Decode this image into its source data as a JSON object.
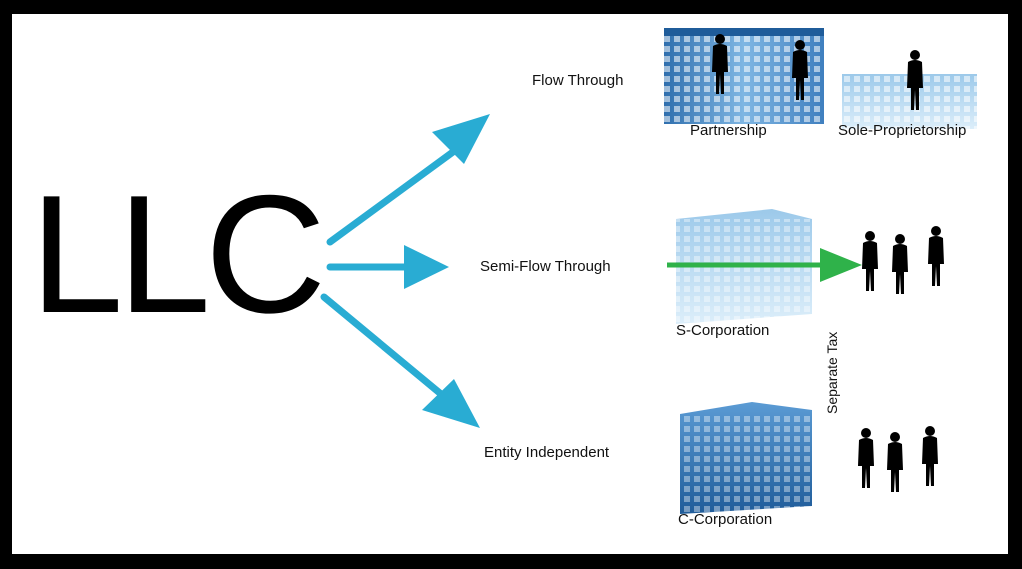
{
  "title": "LLC",
  "branches": {
    "flow_through": {
      "label": "Flow Through",
      "entities": [
        "Partnership",
        "Sole-Proprietorship"
      ]
    },
    "semi_flow_through": {
      "label": "Semi-Flow Through",
      "entity": "S-Corporation"
    },
    "entity_independent": {
      "label": "Entity Independent",
      "entity": "C-Corporation",
      "tax_note": "Separate Tax"
    }
  },
  "colors": {
    "arrow": "#29acd3",
    "pass_arrow": "#2fb24a",
    "building_light": "#9cc9ea",
    "building_dark": "#1f5c9a"
  }
}
